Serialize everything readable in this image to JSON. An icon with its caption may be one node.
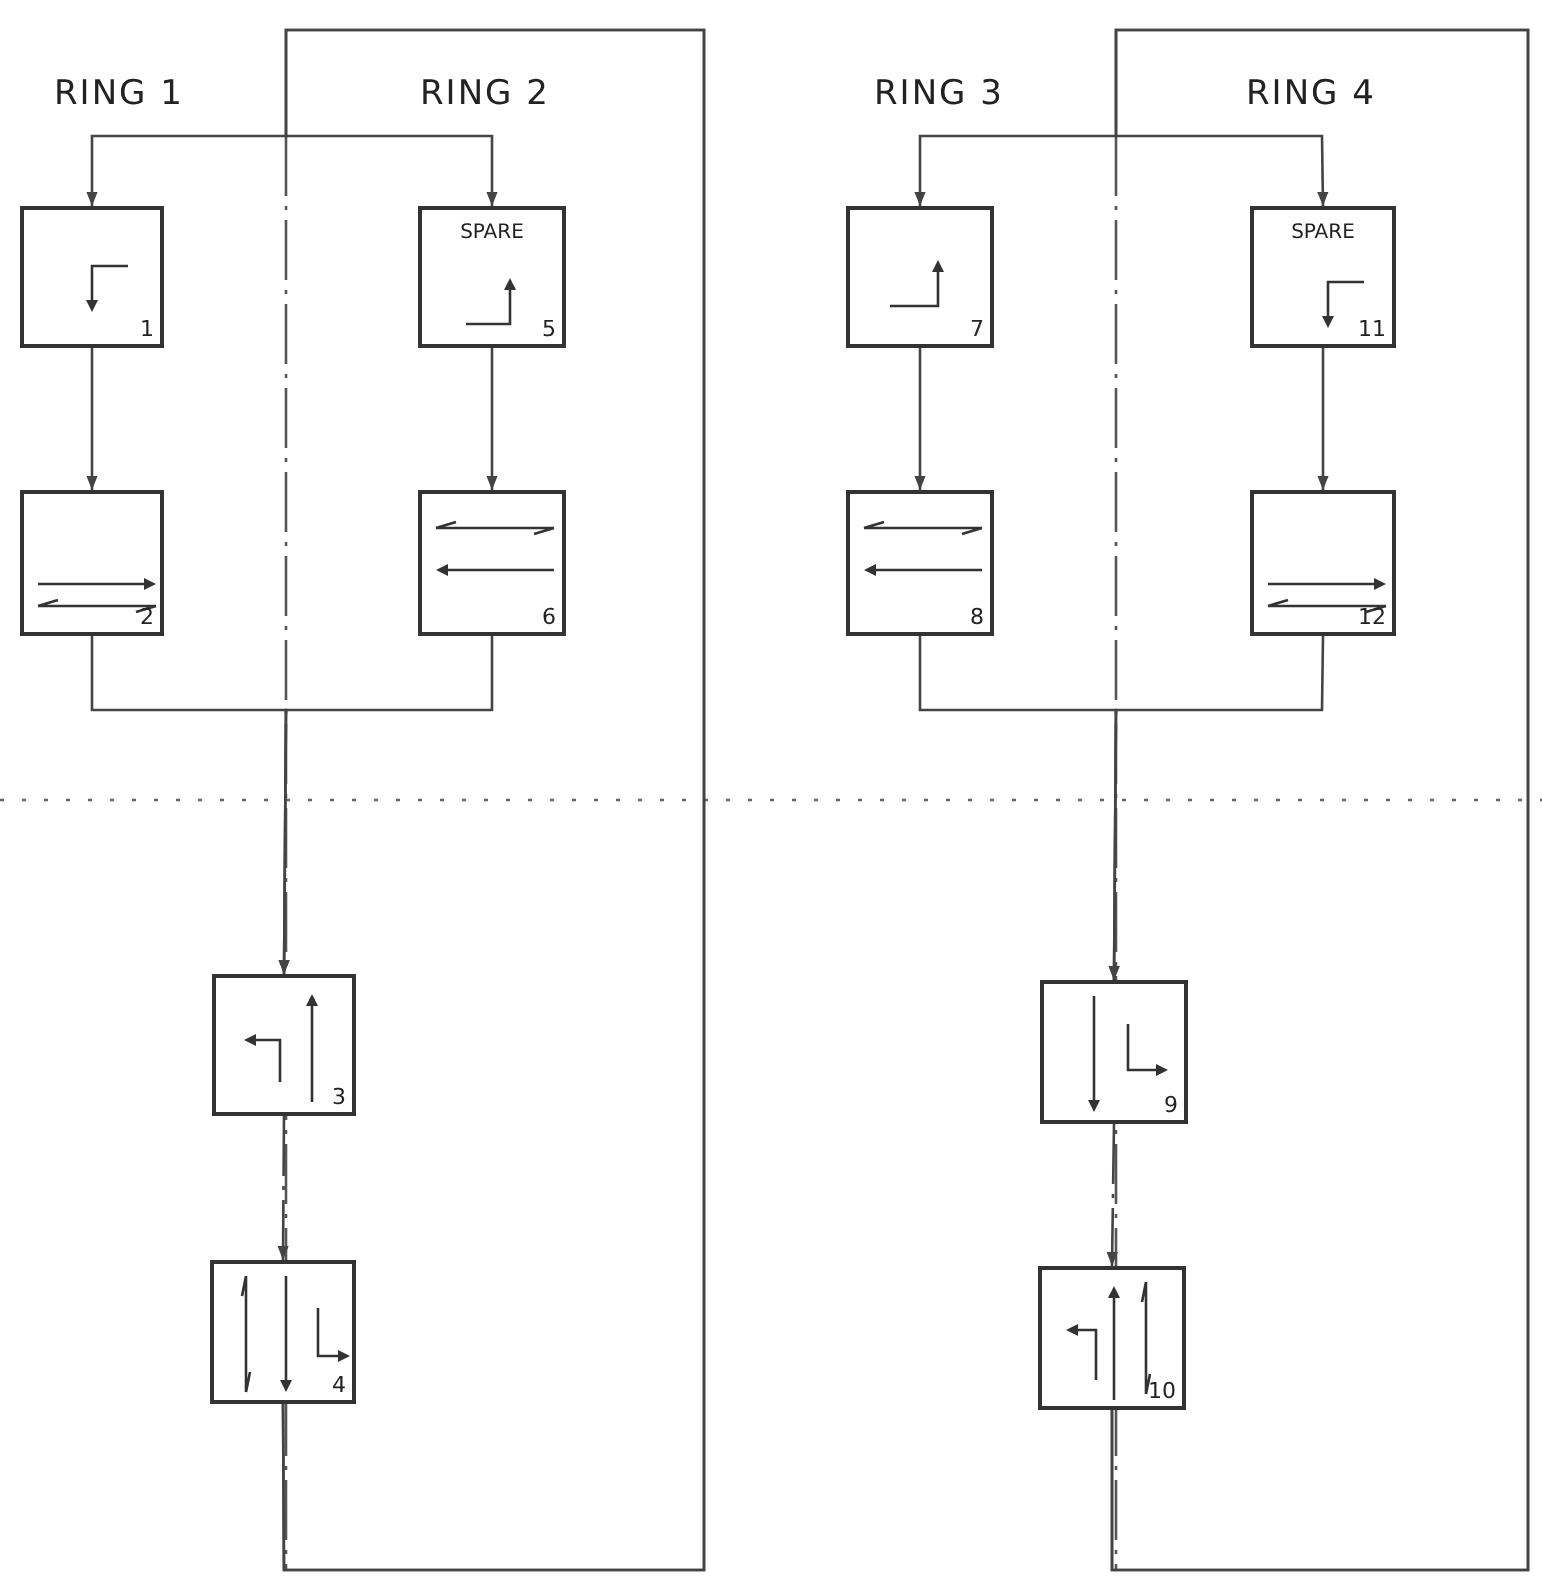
{
  "diagram": {
    "nodes": [
      {
        "text": [
          "1"
        ]
      },
      {
        "text": [
          "SPARE",
          "5"
        ]
      },
      {
        "text": [
          "7"
        ]
      },
      {
        "text": [
          "SPARE",
          "11"
        ]
      },
      {
        "text": [
          "2"
        ]
      },
      {
        "text": [
          "6"
        ]
      },
      {
        "text": [
          "8"
        ]
      },
      {
        "text": [
          "12"
        ]
      },
      {
        "text": [
          "3"
        ]
      },
      {
        "text": [
          "9"
        ]
      },
      {
        "text": [
          "4"
        ]
      },
      {
        "text": [
          "10"
        ]
      }
    ],
    "edges": [
      {
        "from": 0,
        "to": 4,
        "arrow": "to"
      },
      {
        "from": 1,
        "to": 5,
        "arrow": "to"
      },
      {
        "from": 2,
        "to": 6,
        "arrow": "to"
      },
      {
        "from": 3,
        "to": 7,
        "arrow": "to"
      },
      {
        "from": 4,
        "to": 8,
        "arrow": "to"
      },
      {
        "from": 5,
        "to": 8,
        "arrow": "to"
      },
      {
        "from": 6,
        "to": 9,
        "arrow": "to"
      },
      {
        "from": 7,
        "to": 9,
        "arrow": "to"
      },
      {
        "from": 8,
        "to": 10,
        "arrow": "to",
        "style": "dashed"
      },
      {
        "from": 9,
        "to": 11,
        "arrow": "to",
        "style": "dashed"
      },
      {
        "from": 10,
        "to": 0,
        "arrow": "to"
      },
      {
        "from": 10,
        "to": 1,
        "arrow": "to"
      },
      {
        "from": 11,
        "to": 2,
        "arrow": "to"
      },
      {
        "from": 11,
        "to": 3,
        "arrow": "to"
      }
    ],
    "labels": [
      "RING 1",
      "RING 2",
      "RING 3",
      "RING 4"
    ]
  }
}
